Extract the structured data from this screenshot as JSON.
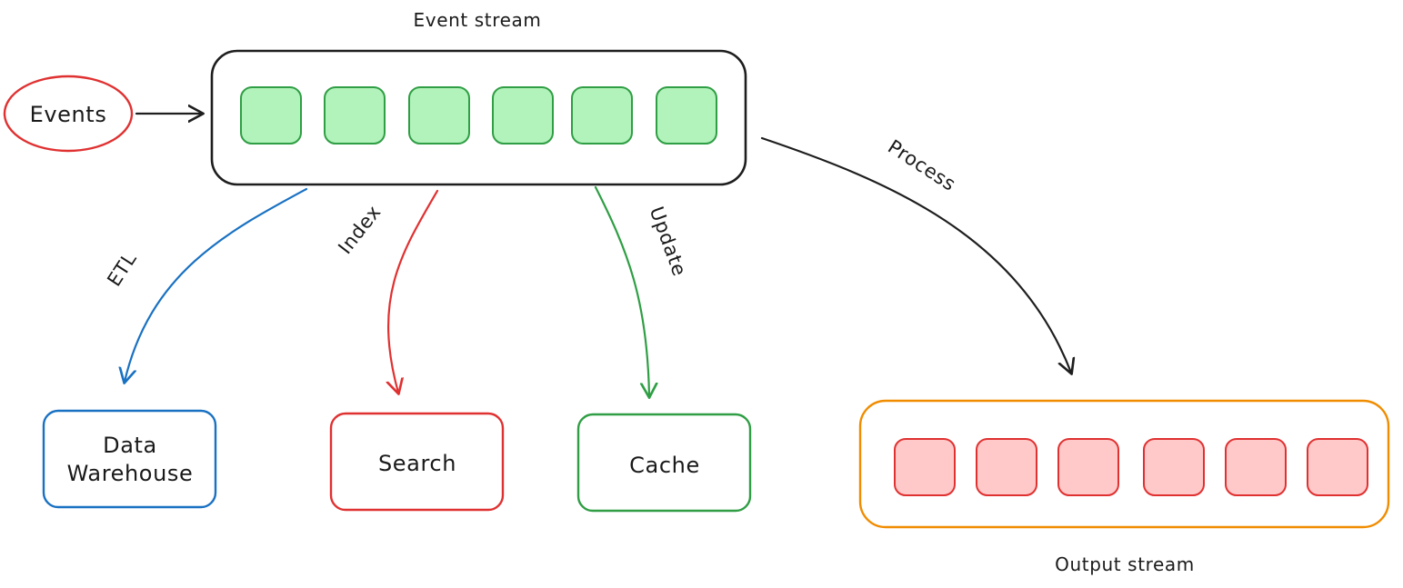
{
  "diagram": {
    "title_labels": {
      "event_stream": "Event stream",
      "output_stream": "Output stream"
    },
    "source_node": {
      "label": "Events",
      "shape": "ellipse",
      "color": "#e03131"
    },
    "event_stream": {
      "label": "Event stream",
      "container_color": "#1e1e1e",
      "item_fill": "#b2f2bb",
      "item_stroke": "#2f9e44",
      "item_count": 6,
      "items": [
        "",
        "",
        "",
        "",
        "",
        ""
      ]
    },
    "output_stream": {
      "label": "Output stream",
      "container_color": "#f08c00",
      "item_fill": "#ffc9c9",
      "item_stroke": "#e03131",
      "item_count": 6,
      "items": [
        "",
        "",
        "",
        "",
        "",
        ""
      ]
    },
    "consumers": [
      {
        "id": "data-warehouse",
        "label_line1": "Data",
        "label_line2": "Warehouse",
        "color": "#1971c2",
        "edge_label": "ETL"
      },
      {
        "id": "search",
        "label_line1": "Search",
        "label_line2": "",
        "color": "#e03131",
        "edge_label": "Index"
      },
      {
        "id": "cache",
        "label_line1": "Cache",
        "label_line2": "",
        "color": "#2f9e44",
        "edge_label": "Update"
      }
    ],
    "edges": [
      {
        "id": "events-to-stream",
        "label": "",
        "color": "#1e1e1e"
      },
      {
        "id": "stream-to-warehouse",
        "label": "ETL",
        "color": "#1971c2"
      },
      {
        "id": "stream-to-search",
        "label": "Index",
        "color": "#e03131"
      },
      {
        "id": "stream-to-cache",
        "label": "Update",
        "color": "#2f9e44"
      },
      {
        "id": "stream-to-output",
        "label": "Process",
        "color": "#1e1e1e"
      }
    ]
  }
}
